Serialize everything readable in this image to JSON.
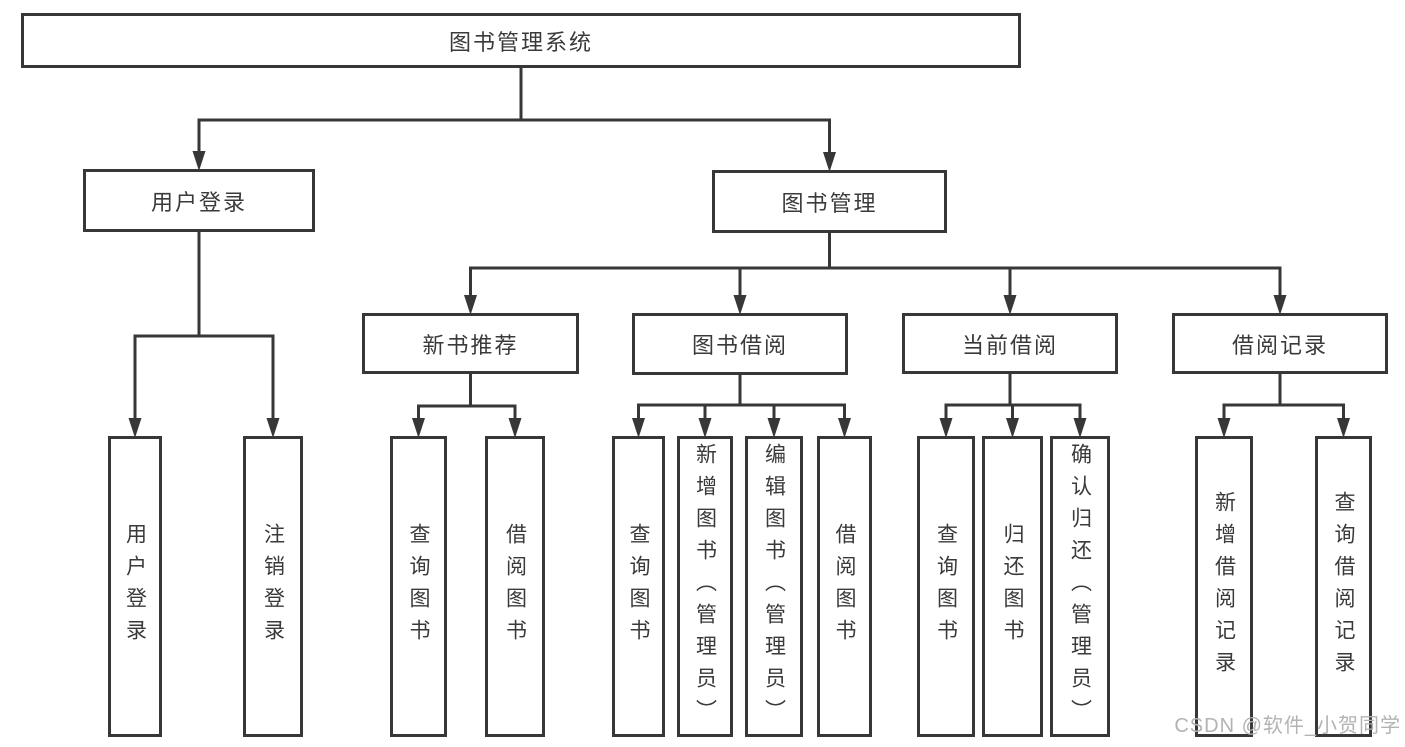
{
  "diagram": {
    "nodes": [
      {
        "id": "root",
        "label": "图书管理系统",
        "children": [
          "user-login",
          "book-mgmt"
        ]
      },
      {
        "id": "user-login",
        "label": "用户登录",
        "children": [
          "leaf-login",
          "leaf-logout"
        ]
      },
      {
        "id": "book-mgmt",
        "label": "图书管理",
        "children": [
          "new-book-rec",
          "book-borrow",
          "current-borrow",
          "borrow-records"
        ]
      },
      {
        "id": "new-book-rec",
        "label": "新书推荐",
        "children": [
          "leaf-nbr-query",
          "leaf-nbr-borrow"
        ]
      },
      {
        "id": "book-borrow",
        "label": "图书借阅",
        "children": [
          "leaf-bb-query",
          "leaf-bb-add",
          "leaf-bb-edit",
          "leaf-bb-borrow"
        ]
      },
      {
        "id": "current-borrow",
        "label": "当前借阅",
        "children": [
          "leaf-cb-query",
          "leaf-cb-return",
          "leaf-cb-confirm"
        ]
      },
      {
        "id": "borrow-records",
        "label": "借阅记录",
        "children": [
          "leaf-br-add",
          "leaf-br-query"
        ]
      },
      {
        "id": "leaf-login",
        "label": "用户登录"
      },
      {
        "id": "leaf-logout",
        "label": "注销登录"
      },
      {
        "id": "leaf-nbr-query",
        "label": "查询图书"
      },
      {
        "id": "leaf-nbr-borrow",
        "label": "借阅图书"
      },
      {
        "id": "leaf-bb-query",
        "label": "查询图书"
      },
      {
        "id": "leaf-bb-add",
        "label": "新增图书（管理员）"
      },
      {
        "id": "leaf-bb-edit",
        "label": "编辑图书（管理员）"
      },
      {
        "id": "leaf-bb-borrow",
        "label": "借阅图书"
      },
      {
        "id": "leaf-cb-query",
        "label": "查询图书"
      },
      {
        "id": "leaf-cb-return",
        "label": "归还图书"
      },
      {
        "id": "leaf-cb-confirm",
        "label": "确认归还（管理员）"
      },
      {
        "id": "leaf-br-add",
        "label": "新增借阅记录"
      },
      {
        "id": "leaf-br-query",
        "label": "查询借阅记录"
      }
    ]
  },
  "watermark": {
    "text": "CSDN @软件_小贺同学"
  },
  "colors": {
    "line": "#373737",
    "text": "#3a3a3a",
    "watermark": "#b3b3b3"
  }
}
